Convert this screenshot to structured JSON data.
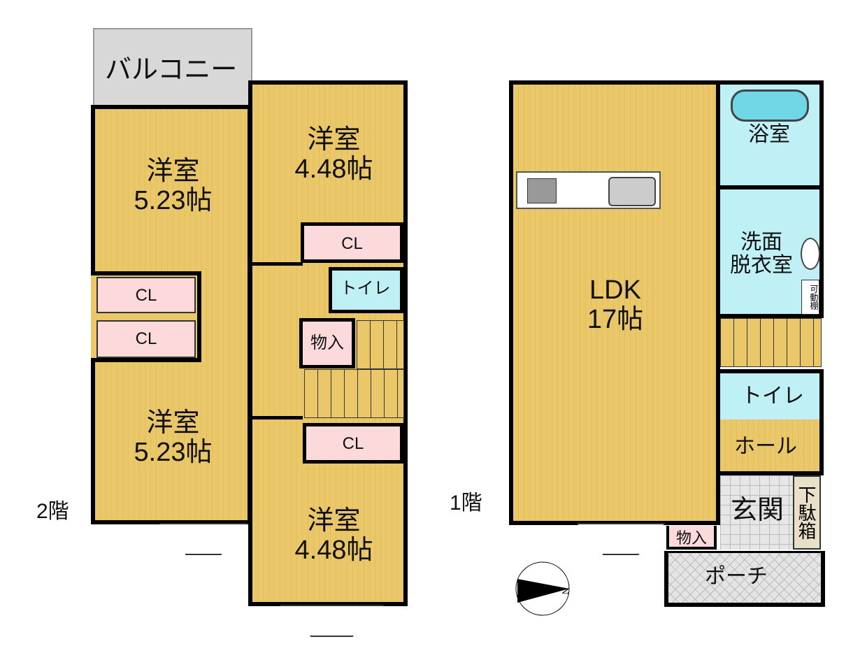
{
  "floor2": {
    "label": "2階",
    "balcony": "バルコニー",
    "room_nw": {
      "name": "洋室",
      "size": "5.23帖"
    },
    "room_sw": {
      "name": "洋室",
      "size": "5.23帖"
    },
    "room_ne": {
      "name": "洋室",
      "size": "4.48帖"
    },
    "room_se": {
      "name": "洋室",
      "size": "4.48帖"
    },
    "closets": [
      "CL",
      "CL",
      "CL",
      "CL"
    ],
    "toilet": "トイレ",
    "storage": "物入"
  },
  "floor1": {
    "label": "1階",
    "ldk": {
      "name": "LDK",
      "size": "17帖"
    },
    "bath": "浴室",
    "washroom": "洗面\n脱衣室",
    "washroom_l1": "洗面",
    "washroom_l2": "脱衣室",
    "shelf": "可動棚",
    "toilet": "トイレ",
    "hall": "ホール",
    "entrance": "玄関",
    "shoe_box": "下駄箱",
    "storage": "物入",
    "porch": "ポーチ"
  },
  "compass": "N",
  "colors": {
    "wood": "#eac86a",
    "closet": "#fcd9da",
    "wet": "#bff0f6",
    "balcony": "#d8d8d8"
  }
}
